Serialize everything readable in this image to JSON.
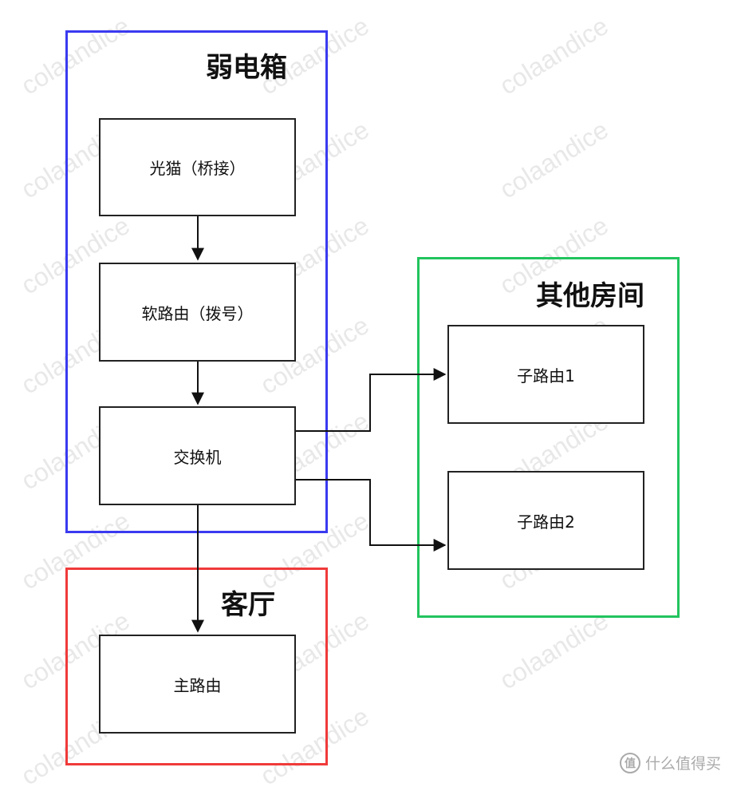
{
  "containers": {
    "weak_box": {
      "title": "弱电箱",
      "color": "#3a3af0"
    },
    "other_rooms": {
      "title": "其他房间",
      "color": "#22c45e"
    },
    "living_room": {
      "title": "客厅",
      "color": "#f03a3a"
    }
  },
  "nodes": {
    "optical_modem": "光猫（桥接）",
    "soft_router": "软路由（拨号）",
    "switch": "交换机",
    "sub_router_1": "子路由1",
    "sub_router_2": "子路由2",
    "main_router": "主路由"
  },
  "edges": [
    {
      "from": "optical_modem",
      "to": "soft_router"
    },
    {
      "from": "soft_router",
      "to": "switch"
    },
    {
      "from": "switch",
      "to": "sub_router_1"
    },
    {
      "from": "switch",
      "to": "sub_router_2"
    },
    {
      "from": "switch",
      "to": "main_router"
    }
  ],
  "watermark": "colaandice",
  "site_badge": {
    "icon": "zhidemai-icon",
    "text": "什么值得买",
    "glyph": "值"
  }
}
